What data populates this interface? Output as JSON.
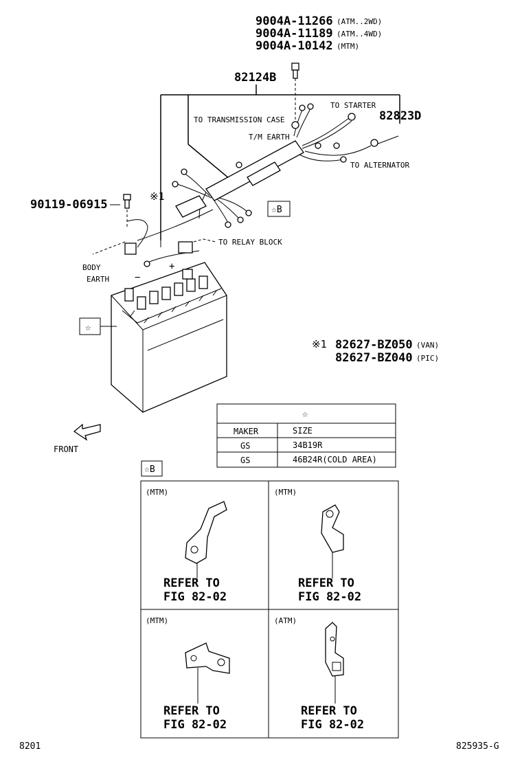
{
  "parts": {
    "bolt_top": [
      {
        "number": "9004A-11266",
        "note": "(ATM..2WD)"
      },
      {
        "number": "9004A-11189",
        "note": "(ATM..4WD)"
      },
      {
        "number": "9004A-10142",
        "note": "(MTM)"
      }
    ],
    "harness": "82124B",
    "cable_right": "82823D",
    "bolt_left": "90119-06915",
    "note_mark": "※1",
    "note_variants": [
      {
        "prefix": "※1",
        "number": "82627-BZ050",
        "note": "(VAN)"
      },
      {
        "prefix": "",
        "number": "82627-BZ040",
        "note": "(PIC)"
      }
    ]
  },
  "labels": {
    "to_transmission_case": "TO TRANSMISSION CASE",
    "tm_earth": "T/M EARTH",
    "to_starter": "TO STARTER",
    "to_alternator": "TO ALTERNATOR",
    "to_relay_block": "TO RELAY BLOCK",
    "body": "BODY",
    "earth": "EARTH",
    "minus": "−",
    "plus": "+",
    "front": "FRONT",
    "star": "☆",
    "star_b": "☆B"
  },
  "battery_table": {
    "header": "☆",
    "columns": [
      "MAKER",
      "SIZE"
    ],
    "rows": [
      [
        "GS",
        "34B19R"
      ],
      [
        "GS",
        "46B24R(COLD AREA)"
      ]
    ]
  },
  "bracket_panel": {
    "title": "☆B",
    "cells": [
      {
        "variant": "(MTM)",
        "ref_line1": "REFER TO",
        "ref_line2": "FIG 82-02"
      },
      {
        "variant": "(MTM)",
        "ref_line1": "REFER TO",
        "ref_line2": "FIG 82-02"
      },
      {
        "variant": "(MTM)",
        "ref_line1": "REFER TO",
        "ref_line2": "FIG 82-02"
      },
      {
        "variant": "(ATM)",
        "ref_line1": "REFER TO",
        "ref_line2": "FIG 82-02"
      }
    ]
  },
  "footer": {
    "page_code": "8201",
    "drawing_id": "825935-G"
  }
}
